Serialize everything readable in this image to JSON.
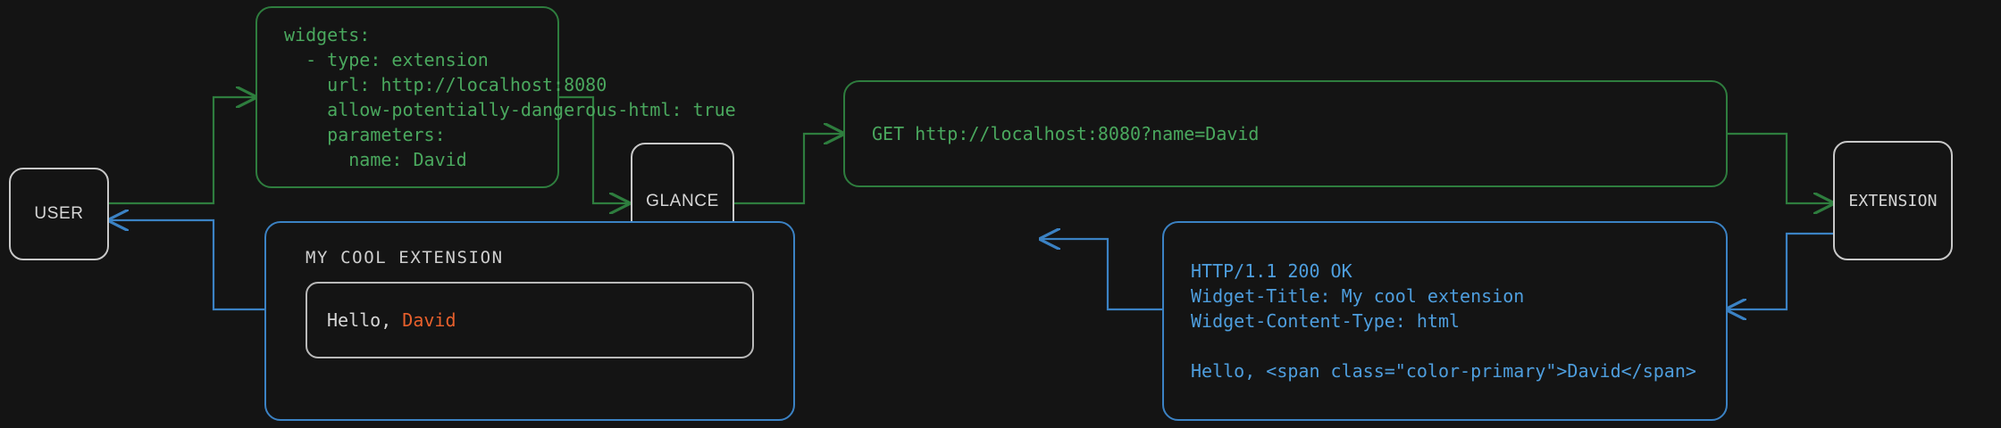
{
  "theme": {
    "background": "#141414",
    "node_border": "#c8c8c8",
    "green_border": "#2e7d3e",
    "green_text": "#4aa85e",
    "blue_border": "#3b82c4",
    "blue_text": "#4e9ede",
    "accent": "#e8602c",
    "light_text": "#d6d6d6"
  },
  "nodes": {
    "user": "USER",
    "glance": "GLANCE",
    "extension": "EXTENSION"
  },
  "config_card": {
    "lines": [
      "widgets:",
      "  - type: extension",
      "    url: http://localhost:8080",
      "    allow-potentially-dangerous-html: true",
      "    parameters:",
      "      name: David"
    ]
  },
  "request_card": {
    "lines": [
      "GET http://localhost:8080?name=David"
    ]
  },
  "response_card": {
    "lines": [
      "HTTP/1.1 200 OK",
      "Widget-Title: My cool extension",
      "Widget-Content-Type: html",
      "",
      "Hello, <span class=\"color-primary\">David</span>"
    ]
  },
  "widget_card": {
    "title": "MY COOL EXTENSION",
    "body_prefix": "Hello, ",
    "body_accent": "David"
  }
}
